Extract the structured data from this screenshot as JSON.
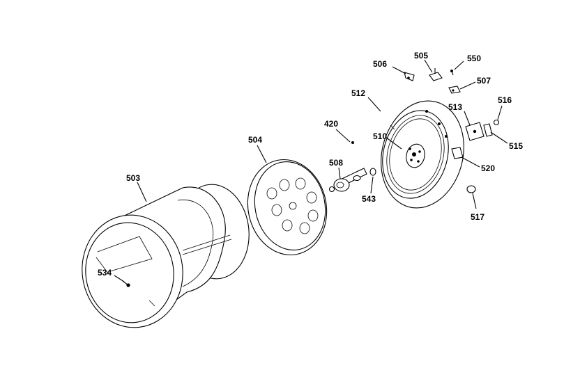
{
  "callouts": {
    "c503": "503",
    "c504": "504",
    "c534": "534",
    "c508": "508",
    "c420": "420",
    "c543": "543",
    "c512": "512",
    "c510": "510",
    "c506": "506",
    "c505": "505",
    "c550": "550",
    "c507": "507",
    "c513": "513",
    "c516": "516",
    "c515": "515",
    "c520": "520",
    "c517": "517"
  }
}
